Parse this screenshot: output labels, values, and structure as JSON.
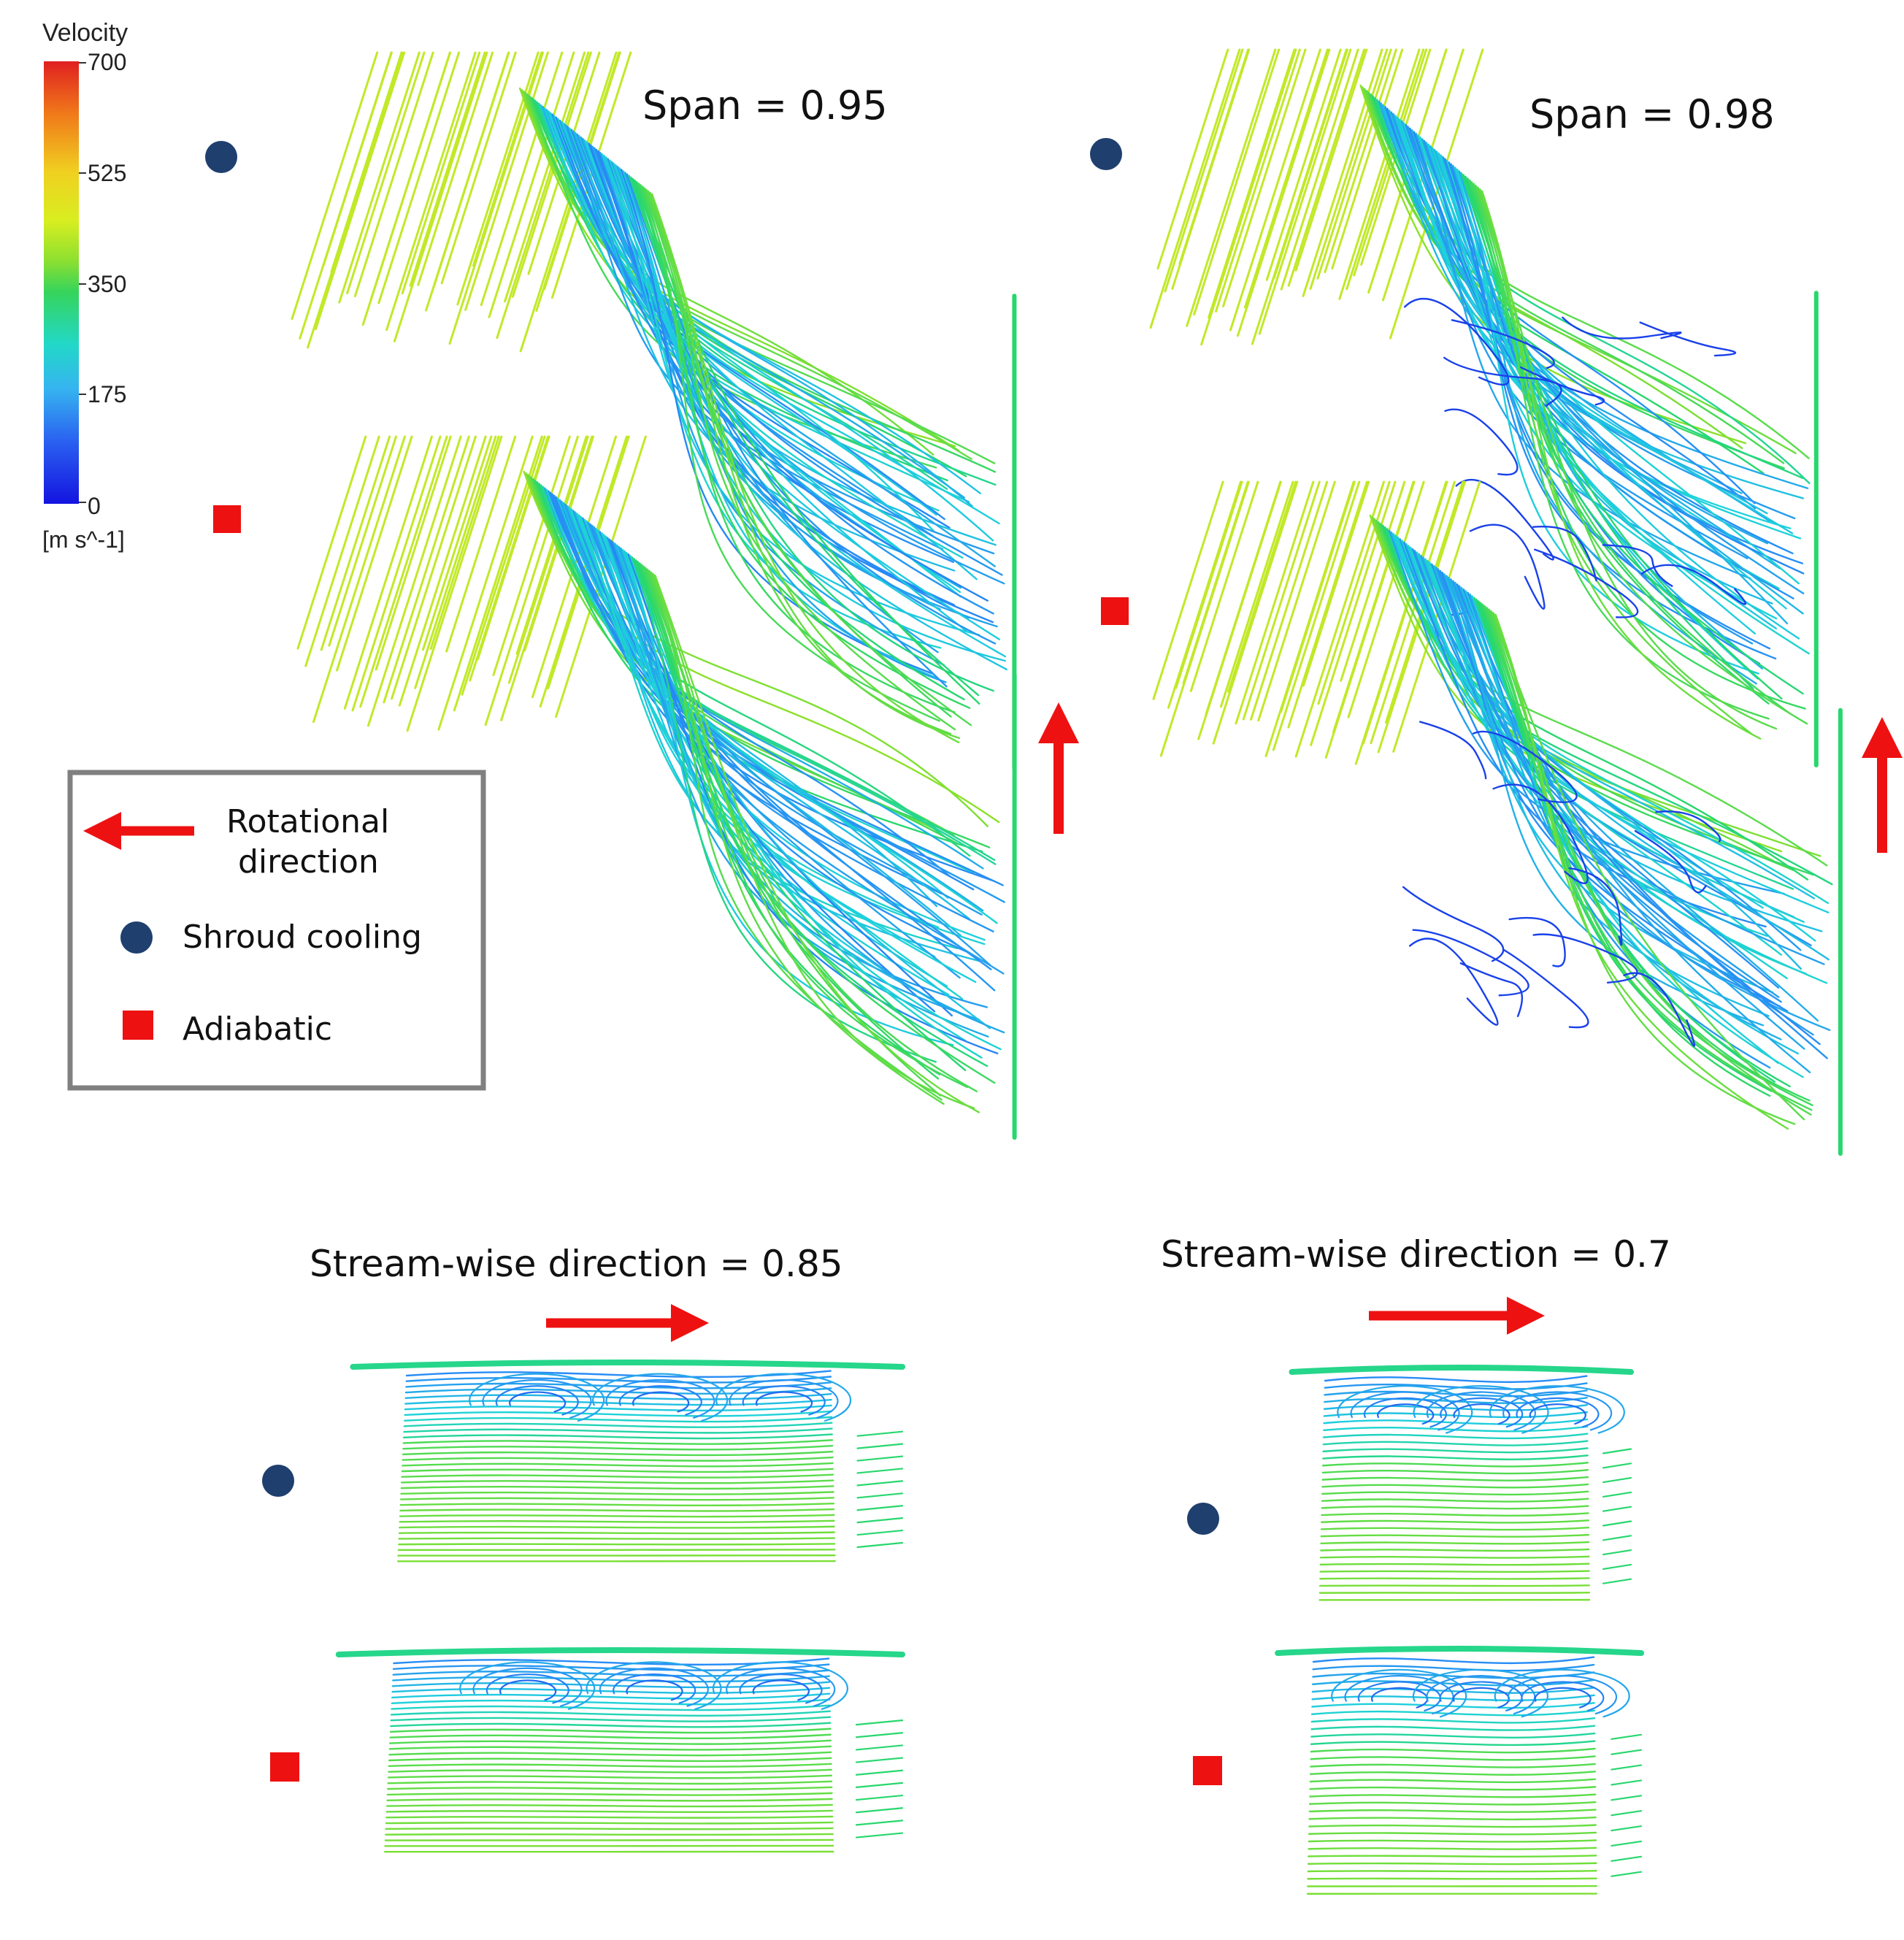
{
  "colorbar": {
    "title": "Velocity",
    "unit": "[m s^-1]",
    "ticks": [
      "700",
      "525",
      "350",
      "175",
      "0"
    ],
    "gradient": [
      "#e02020",
      "#f07a1a",
      "#f0d020",
      "#d8ee20",
      "#8ee030",
      "#36d45a",
      "#22d8c8",
      "#36b4f0",
      "#2a60f0",
      "#1414e0"
    ]
  },
  "panels": {
    "span95": {
      "title": "Span = 0.95"
    },
    "span98": {
      "title": "Span = 0.98"
    },
    "stream85": {
      "title": "Stream-wise direction = 0.85"
    },
    "stream70": {
      "title": "Stream-wise direction = 0.7"
    }
  },
  "legend": {
    "rotational": "Rotational direction",
    "rotational_line1": "Rotational",
    "rotational_line2": "direction",
    "shroud": "Shroud cooling",
    "adiabatic": "Adiabatic"
  },
  "colors": {
    "marker_circle": "#1f3f6e",
    "marker_square": "#ee1111",
    "arrow": "#ee1111",
    "legend_border": "#808080"
  }
}
